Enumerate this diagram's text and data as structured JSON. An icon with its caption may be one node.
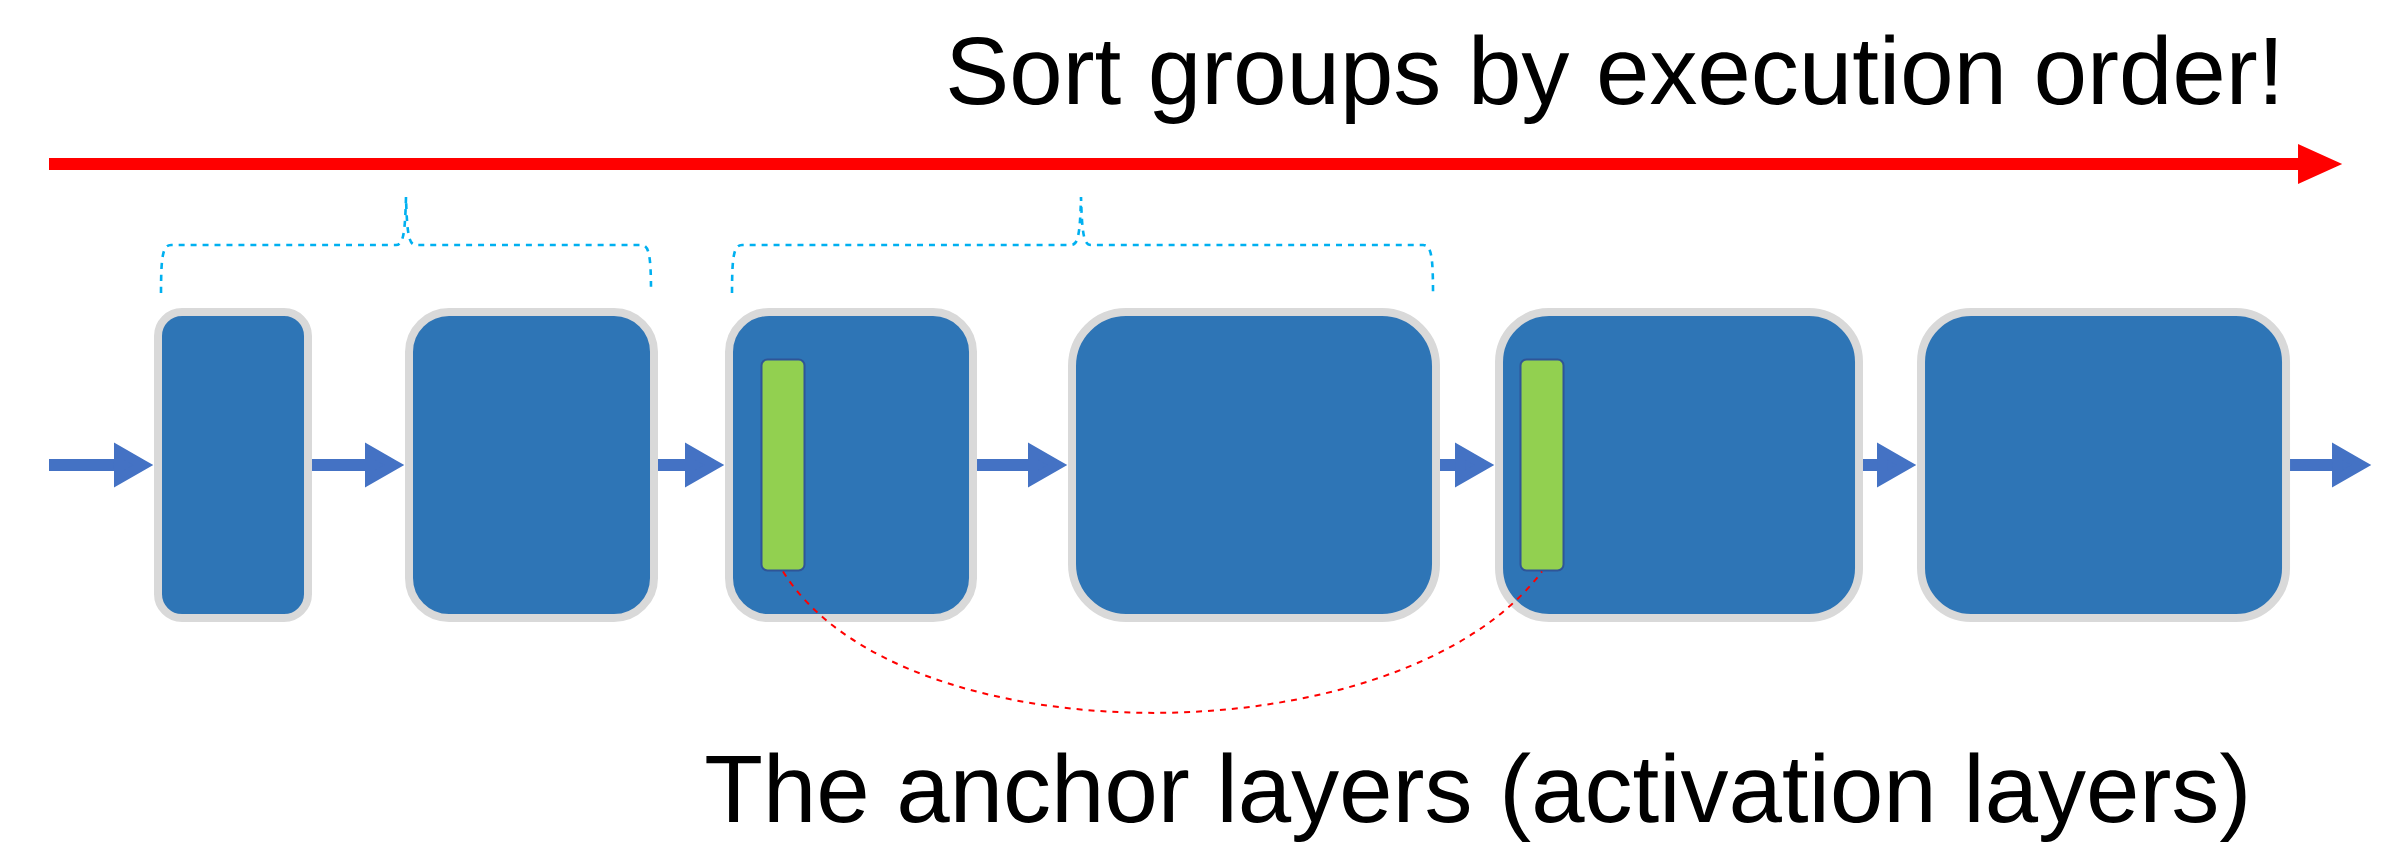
{
  "diagram": {
    "title": "Sort groups by execution order!",
    "nodes": [
      {
        "text": [],
        "shape": "box"
      },
      {
        "text": [],
        "shape": "box"
      },
      {
        "text": [],
        "shape": "box"
      },
      {
        "text": [],
        "shape": "bar",
        "in": 2
      },
      {
        "text": [],
        "shape": "box"
      },
      {
        "text": [],
        "shape": "box"
      },
      {
        "text": [],
        "shape": "bar",
        "in": 5
      },
      {
        "text": [],
        "shape": "box"
      }
    ],
    "edges": [
      {
        "from": null,
        "to": 0,
        "arrow": "to"
      },
      {
        "from": 0,
        "to": 1,
        "arrow": "to"
      },
      {
        "from": 1,
        "to": 2,
        "arrow": "to"
      },
      {
        "from": 2,
        "to": 4,
        "arrow": "to"
      },
      {
        "from": 4,
        "to": 5,
        "arrow": "to"
      },
      {
        "from": 5,
        "to": 7,
        "arrow": "to"
      },
      {
        "from": 7,
        "to": null,
        "arrow": "to"
      },
      {
        "from": 3,
        "to": 6,
        "arrow": "none",
        "style": "dashed",
        "color": "#ff0000"
      }
    ],
    "labels": [
      "The anchor layers (activation layers)"
    ]
  }
}
